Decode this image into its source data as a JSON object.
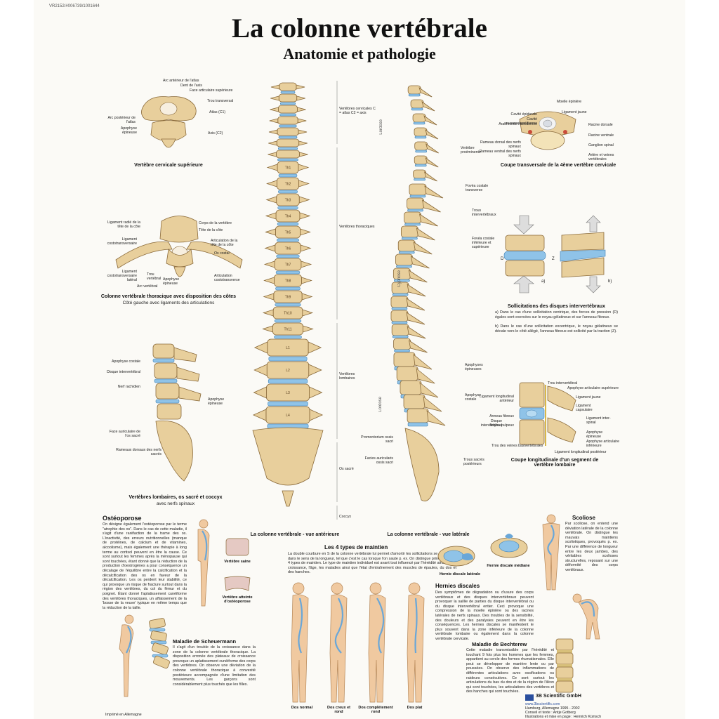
{
  "header": {
    "code": "VR2152/#006739/1001644",
    "title": "La colonne vertébrale",
    "subtitle": "Anatomie et pathologie"
  },
  "cervical": {
    "caption": "Vertèbre cervicale supérieure",
    "labels": {
      "arc_ant": "Arc antérieur de l'atlas",
      "dent": "Dent de l'axis",
      "face_art": "Face articulaire supérieure",
      "trou": "Trou transversal",
      "atlas": "Atlas (C1)",
      "arc_post": "Arc postérieur de l'atlas",
      "apo": "Apophyse épineuse",
      "axis": "Axis (C2)"
    }
  },
  "thoracic": {
    "caption": "Colonne vertébrale thoracique avec disposition des côtes",
    "caption2": "Côté gauche avec ligaments des articulations",
    "labels": {
      "lig_tete": "Ligament radié de la tête de la côte",
      "lig_cost": "Ligament costotransversaire",
      "lig_lat": "Ligament costotransversaire latéral",
      "trou": "Trou vertébral",
      "arc": "Arc vertébral",
      "corps": "Corps de la vertèbre",
      "tete": "Tête de la côte",
      "artic": "Articulation de la tête de la côte",
      "os_costal": "Os costal",
      "apo": "Apophyse épineuse",
      "artic_ct": "Articulation costotransverse"
    }
  },
  "lumbar": {
    "caption": "Vertèbres lombaires, os sacré et coccyx",
    "caption2": "avec nerfs spinaux",
    "labels": {
      "apo_cost": "Apophyse costale",
      "disque": "Disque intervertébral",
      "nerf": "Nerf rachidien",
      "apo_ep": "Apophyse épineuse",
      "face_aur": "Face auriculaire de l'os sacré",
      "rameaux": "Rameaux dorsaux des nerfs sacrés"
    }
  },
  "anterior": {
    "caption": "La colonne vertébrale - vue antérieure",
    "labels": {
      "cerv": "Vertèbres cervicales C = atlas C2 = axis",
      "thor": "Vertèbres thoraciques",
      "lomb": "Vertèbres lombaires",
      "sacre": "Os sacré",
      "coccyx": "Coccyx"
    },
    "numbers": [
      "Th1",
      "Th2",
      "Th3",
      "Th4",
      "Th5",
      "Th6",
      "Th7",
      "Th8",
      "Th9",
      "Th10",
      "Th11",
      "L1",
      "L2",
      "L3",
      "L4"
    ]
  },
  "lateral": {
    "caption": "La colonne vertébrale - vue latérale",
    "curves": {
      "lordose1": "Lordose",
      "cyphose": "Cyphose",
      "lordose2": "Lordose"
    },
    "labels": {
      "vert_prom": "Vertèbre proéminente",
      "fovea": "Fovéa costale transverse",
      "trous": "Trous intervertébraux",
      "fovea2": "Fovéa costale inférieure et supérieure",
      "apo_ep": "Apophyses épineuses",
      "apo_cost": "Apophyse costale",
      "promont": "Promontorium ossis sacri",
      "facies": "Facies auricularis ossis sacri",
      "trous_sac": "Trous sacrés postérieurs"
    }
  },
  "cross": {
    "caption": "Coupe transversale de la 4ème vertèbre cervicale",
    "labels": {
      "moelle": "Moelle épinière",
      "lig_jaune": "Ligament jaune",
      "cav_epi": "Cavité épidurale",
      "cav_sous": "Cavité sousarachnoïdienne",
      "arach": "Arachnoïde rachidienne",
      "rac_dors": "Racine dorsale",
      "rac_vent": "Racine ventrale",
      "gang": "Ganglion spinal",
      "art": "Artère et veines vertébrales",
      "ram_dors": "Rameau dorsal des nerfs spinaux",
      "ram_vent": "Rameau ventral des nerfs spinaux"
    }
  },
  "loads": {
    "caption": "Sollicitations des disques intervertébraux",
    "text_a": "a) Dans le cas d'une sollicitation centrique, des forces de pression (D) égales sont exercées sur le noyau gélatineux et sur l'anneau fibreux.",
    "text_b": "b) Dans le cas d'une sollicitation excentrique, le noyau gélatineux se décale vers le côté allégé, l'anneau fibreux est sollicité par la traction (Z).",
    "marks": {
      "d": "D",
      "z": "Z",
      "a": "a)",
      "b": "b)"
    }
  },
  "longit": {
    "caption": "Coupe longitudinale d'un segment de vertèbre lombaire",
    "labels": {
      "trou": "Trou intervertébral",
      "apo_art": "Apophyse articulaire supérieure",
      "lig_long": "Ligament longitudinal antérieur",
      "lig_jaune": "Ligament jaune",
      "lig_cap": "Ligament capsulaire",
      "anneau": "Anneau fibreux",
      "noyau": "Noyau pulpeux",
      "disque": "Disque intervertébral",
      "lig_inter": "Ligament inter-spinal",
      "apo_ep": "Apophyse épineuse",
      "apo_inf": "Apophyse articulaire inférieure",
      "veines": "Trou des veines basivertébrales",
      "lig_post": "Ligament longitudinal postérieur"
    }
  },
  "osteo": {
    "title": "Ostéoporose",
    "text": "On désigne également l'ostéoporose par le terme \"atrophie des os\". Dans le cas de cette maladie, il s'agit d'une raréfaction de la trame des os. L'inactivité, des erreurs nutritionnelles (manque de protéines, de calcium et de vitamines, alcoolisme), mais également une thérapie à long terme au cortisol peuvent en être la cause. Ce sont surtout les femmes après la ménopause qui sont touchées, étant donné que la réduction de la production d'oestrogènes a pour conséquence un décalage de l'équilibre entre la calcification et la décalcification des os en faveur de la décalcification. Les os perdent leur stabilité, ce qui provoque un risque de fracture surtout dans la région des vertèbres, du col du fémur et du poignet. Étant donné l'aplatissement cunéiforme des vertèbres thoraciques, un affaissement de la 'bosse de la veuve' typique en même temps que la réduction de la taille.",
    "fig1": "Vertèbre saine",
    "fig2": "Vertèbre atteinte d'ostéoporose"
  },
  "maintien": {
    "title": "Les 4 types de maintien",
    "text": "La double courbure en S de la colonne vertébrale lui permet d'amortir les sollicitations se produisant dans le sens de la longueur, tel que c'est le cas lorsque l'on saute p. ex. On distingue principalement 4 types de maintien. Le type de maintien individuel est avant tout influencé par l'hérédité ainsi que la croissance, l'âge, les maladies ainsi que l'état d'entraînement des muscles de épaules, du dos et des hanches.",
    "types": [
      "Dos normal",
      "Dos creux et rond",
      "Dos complètement rond",
      "Dos plat"
    ]
  },
  "hernie": {
    "fig1": "Hernie discale latérale",
    "fig2": "Hernie discale médiane",
    "title": "Hernies discales",
    "text": "Des symptômes de dégradation ou d'usure des corps vertébraux et des disques intervertébraux peuvent provoquer la saillie de parties du disque intervertébral ou du disque intervertébral entier. Ceci provoque une compression de la moelle épinière ou des racines latérales de nerfs spinaux. Des troubles de la sensibilité, des douleurs et des paralysies peuvent en être les conséquences. Les hernies discales se manifestent le plus souvent dans la zone inférieure de la colonne vertébrale lombaire ou également dans la colonne vertébrale cervicale."
  },
  "scoliose": {
    "title": "Scoliose",
    "text": "Par scoliose, on entend une déviation latérale de la colonne vertébrale. On distingue les mauvais maintiens scoliotiques, provoqués p. ex. Par une différence de longueur entre les deux jambes, des véritables scolioses structurelles, reposant sur une déformité des corps vertébraux."
  },
  "scheuer": {
    "title": "Maladie de Scheuermann",
    "text": "Il s'agit d'un trouble de la croissance dans la zone de la colonne vertébrale thoracique. La disposition erronée des plateaux de croissance provoque un aplatissement cunéiforme des corps des vertèbres. On observe une déviation de la colonne vertébrale thoracique à convexité postérieure accompagnée d'une limitation des mouvements. Les garçons sont considérablement plus touchés que les filles."
  },
  "bechterew": {
    "title": "Maladie de Bechterew",
    "text": "Cette maladie transmissible par l'hérédité et touchant 9 fois plus les hommes que les femmes, appartient au cercle des formes rhumatismales. Elle peut se développer de manière lente ou par poussées. On observe des inflammations de différentes articulations avec ossifications ou raideurs consécutives. Ce sont surtout les articulations du bas du dos et de la région de l'iléon qui sont touchées, les articulations des vertèbres et des hanches qui sont touchées."
  },
  "footer": {
    "publisher": "3B Scientific GmbH",
    "web": "www.3bscientific.com",
    "line1": "Hamburg, Allemagne 1995 - 2002",
    "line2": "Conseil et texte : Antje Gotberg",
    "line3": "Illustrations et mise en page : Heinrich Kümsch",
    "printed": "Imprimé en Allemagne"
  },
  "colors": {
    "bone": "#e8cf9c",
    "disc": "#8fc3e8",
    "skin": "#f0c9a0"
  }
}
